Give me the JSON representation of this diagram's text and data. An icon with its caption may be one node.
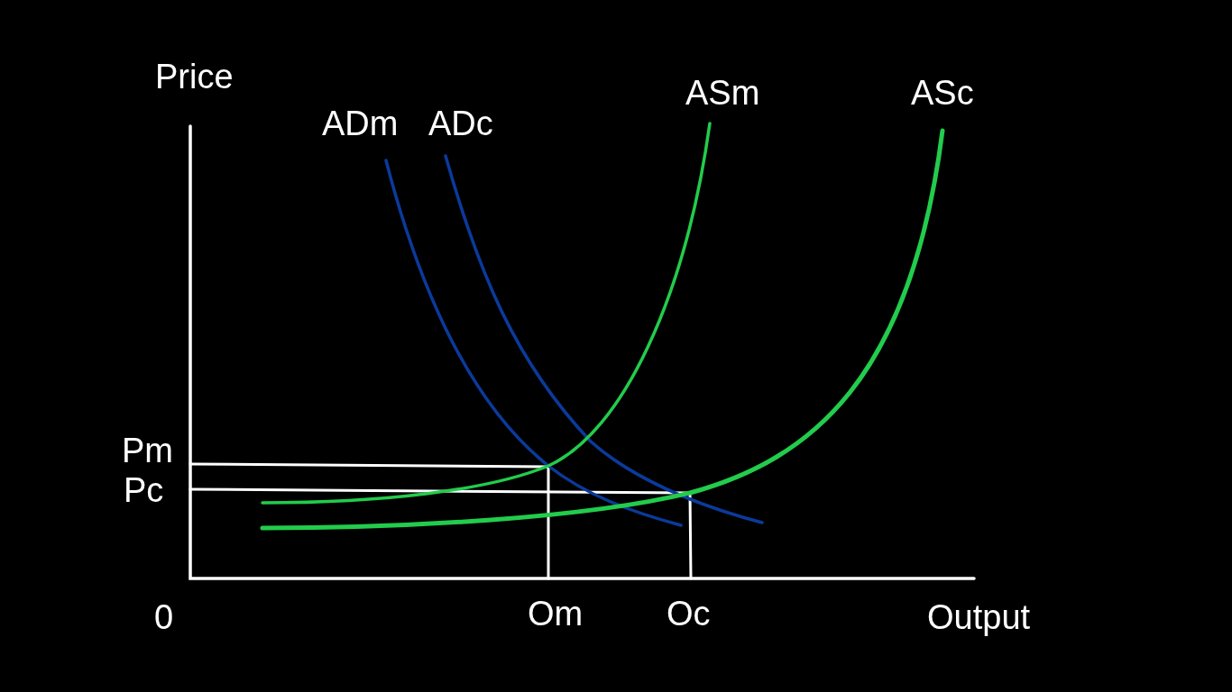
{
  "diagram": {
    "labels": [
      "Price",
      "ASm",
      "ASc",
      "ADm",
      "ADc",
      "Pm",
      "Pc",
      "0",
      "Om",
      "Oc",
      "Output"
    ]
  }
}
